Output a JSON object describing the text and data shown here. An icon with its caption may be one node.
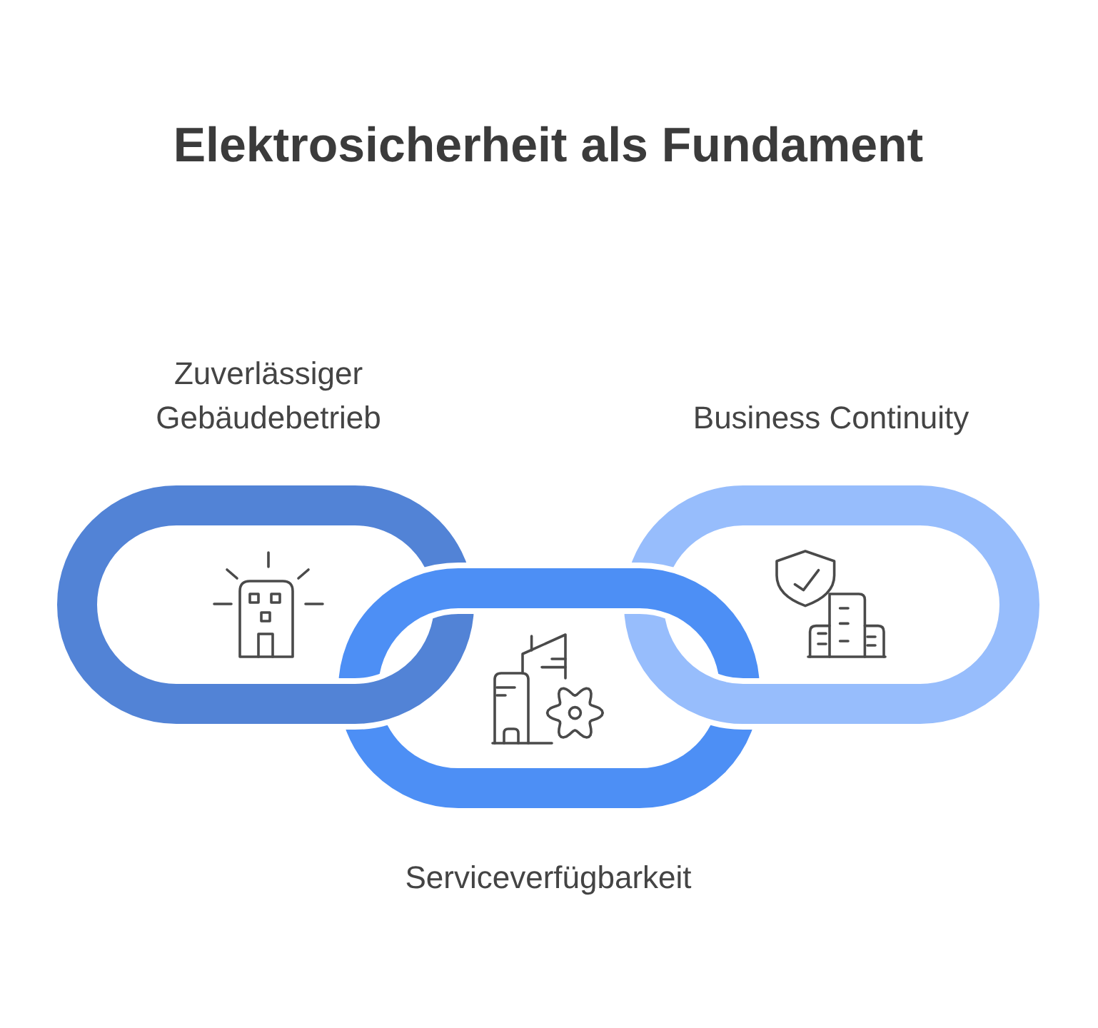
{
  "diagram": {
    "title": "Elektrosicherheit als Fundament",
    "nodes": [
      {
        "text": [
          "Zuverlässiger Gebäudebetrieb"
        ]
      },
      {
        "text": [
          "Serviceverfügbarkeit"
        ]
      },
      {
        "text": [
          "Business Continuity"
        ]
      }
    ]
  }
}
